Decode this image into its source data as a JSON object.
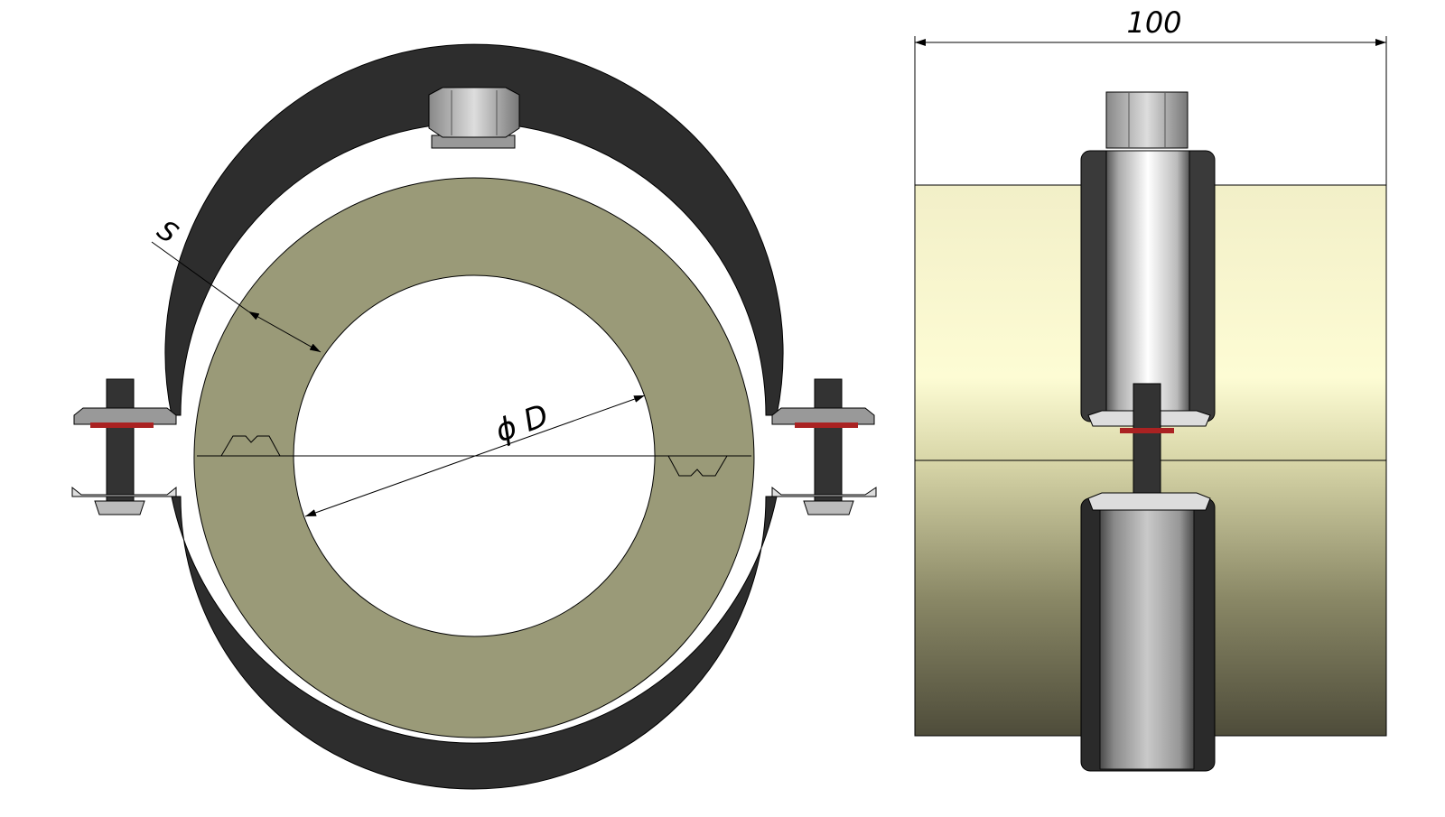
{
  "labels": {
    "thickness": "S",
    "diameter": "ϕ D",
    "width_dimension": "100"
  },
  "colors": {
    "insulation": "#9a9a78",
    "clamp_rubber": "#2d2d2d",
    "pipe_light": "#fdfbd2",
    "pipe_dark": "#4e4c3a"
  }
}
